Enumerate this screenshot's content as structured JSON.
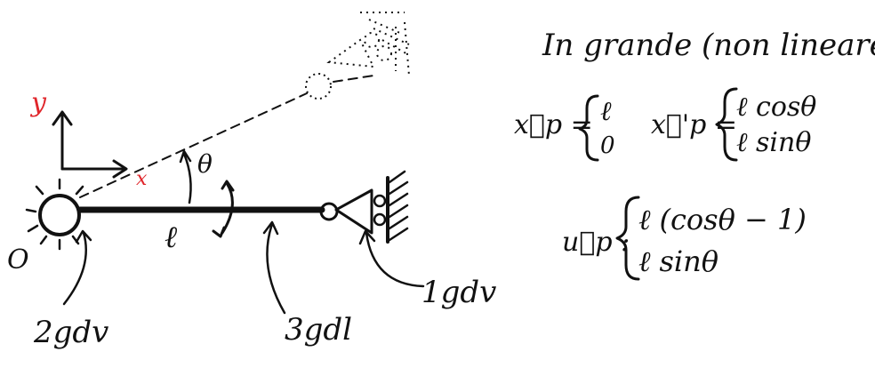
{
  "colors": {
    "ink": "#111111",
    "axes": "#e0262b",
    "rotation": "#2b7bd6",
    "background": "#ffffff"
  },
  "labels": {
    "axis_y": "y",
    "axis_x": "x",
    "origin": "O",
    "theta": "θ",
    "length": "ℓ",
    "dof_hinge": "2gdv",
    "dof_beam": "3gdl",
    "dof_roller": "1gdv"
  },
  "notes": {
    "title": "In grande (non lineare)",
    "xp_lhs": "x⃗p =",
    "xp_row1": "ℓ",
    "xp_row2": "0",
    "xpp_lhs": "x⃗'p =",
    "xpp_row1": "ℓ cosθ",
    "xpp_row2": "ℓ sinθ",
    "up_lhs": "u⃗p :",
    "up_row1": "ℓ (cosθ − 1)",
    "up_row2": "ℓ sinθ"
  }
}
